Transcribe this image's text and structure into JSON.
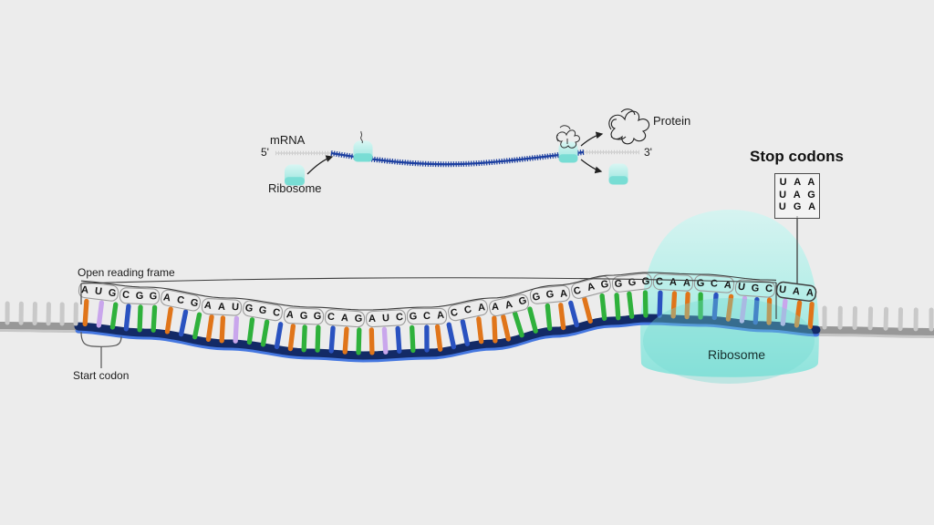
{
  "background": "#ececec",
  "colors": {
    "base_A": "#e0751a",
    "base_U": "#c9a6ec",
    "base_G": "#2fb13c",
    "base_C": "#2a52c0",
    "backbone_coding": "#132a66",
    "backbone_coding_shadow": "#4577e0",
    "backbone_utr": "#989898",
    "backbone_utr_shadow": "#c6c6c6",
    "utr_tick": "#c9c9c9",
    "letter_color": "#151515",
    "codon_box_stroke": "#9b9b9b",
    "stop_codon_box_stroke": "#3f3f3f",
    "bracket_stroke": "#3c3c3c",
    "ribosome_light": "#d6f5f2",
    "ribosome_mid": "#9fe8e2",
    "ribosome_dark": "#74dbd3",
    "mrna_line_blue": "#1c3fa0",
    "mrna_line_gray": "#cccccc",
    "annotation_stroke": "#222222"
  },
  "top_diagram": {
    "mrna_label": "mRNA",
    "five_prime_label": "5'",
    "three_prime_label": "3'",
    "ribosome_label": "Ribosome",
    "protein_label": "Protein"
  },
  "stop_codons": {
    "title": "Stop codons",
    "codons": [
      "U A A",
      "U A G",
      "U G A"
    ]
  },
  "reading_frame": {
    "orf_label": "Open reading frame",
    "start_codon_label": "Start codon",
    "ribosome_label": "Ribosome",
    "codons": [
      "AUG",
      "CGG",
      "ACG",
      "AAU",
      "GGC",
      "AGG",
      "CAG",
      "AUC",
      "GCA",
      "CCA",
      "AAG",
      "GGA",
      "CAG",
      "GGG",
      "CAA",
      "GCA",
      "UGC",
      "UAA"
    ],
    "start_codon": "AUG",
    "stop_codon": "UAA",
    "stick_color_overrides": {
      "49": "#2a52c0",
      "50": "#e0751a"
    }
  }
}
